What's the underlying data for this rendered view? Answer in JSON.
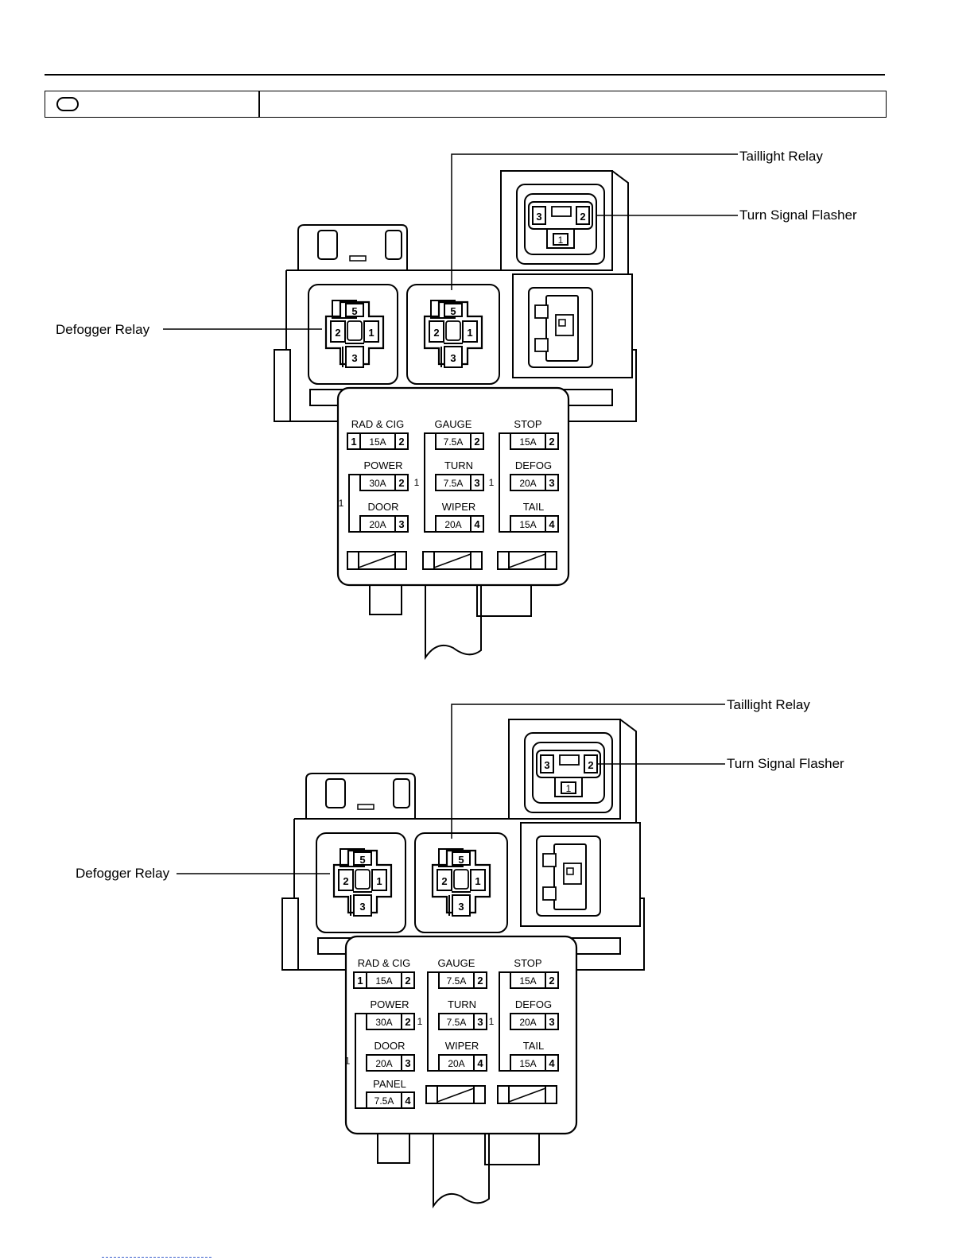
{
  "callouts": {
    "taillight_relay": "Taillight Relay",
    "turn_signal_flasher": "Turn Signal Flasher",
    "defogger_relay": "Defogger Relay"
  },
  "relay_pins": {
    "top": "5",
    "left": "2",
    "right": "1",
    "bottom": "3"
  },
  "flasher_pins": {
    "left": "3",
    "right": "2",
    "bottom": "1"
  },
  "common_pin": "1",
  "fuse_columns": [
    {
      "fuses": [
        {
          "name": "RAD & CIG",
          "amp": "15A",
          "pin": "2"
        },
        {
          "name": "POWER",
          "amp": "30A",
          "pin": "2"
        },
        {
          "name": "DOOR",
          "amp": "20A",
          "pin": "3"
        }
      ]
    },
    {
      "fuses": [
        {
          "name": "GAUGE",
          "amp": "7.5A",
          "pin": "2"
        },
        {
          "name": "TURN",
          "amp": "7.5A",
          "pin": "3"
        },
        {
          "name": "WIPER",
          "amp": "20A",
          "pin": "4"
        }
      ]
    },
    {
      "fuses": [
        {
          "name": "STOP",
          "amp": "15A",
          "pin": "2"
        },
        {
          "name": "DEFOG",
          "amp": "20A",
          "pin": "3"
        },
        {
          "name": "TAIL",
          "amp": "15A",
          "pin": "4"
        }
      ]
    }
  ],
  "panel_fuse": {
    "name": "PANEL",
    "amp": "7.5A",
    "pin": "4"
  },
  "colors": {
    "line": "#000000",
    "background": "#ffffff",
    "link": "#3a5fcd"
  }
}
